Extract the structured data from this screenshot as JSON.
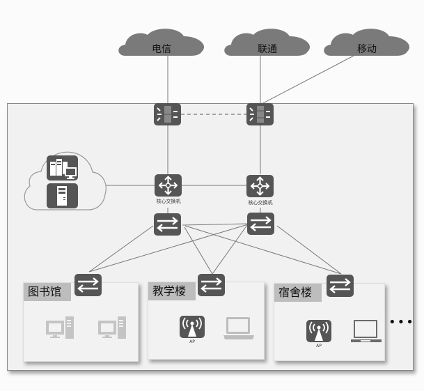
{
  "isps": [
    {
      "label": "电信",
      "icon": "cloud-icon"
    },
    {
      "label": "联通",
      "icon": "cloud-icon"
    },
    {
      "label": "移动",
      "icon": "cloud-icon"
    }
  ],
  "firewalls": [
    {
      "icon": "firewall-icon"
    },
    {
      "icon": "firewall-icon"
    }
  ],
  "core_switches": [
    {
      "label": "核心交换机",
      "icon": "core-switch-icon"
    },
    {
      "label": "核心交换机",
      "icon": "core-switch-icon"
    }
  ],
  "aggregation_switches": [
    {
      "icon": "switch-icon"
    },
    {
      "icon": "switch-icon"
    }
  ],
  "data_center": {
    "icon": "cloud-outline-icon",
    "devices": [
      "server-cluster-icon",
      "server-icon"
    ]
  },
  "buildings": [
    {
      "title": "图书馆",
      "devices": [
        {
          "icon": "desktop-pc-icon"
        },
        {
          "icon": "desktop-pc-icon"
        }
      ]
    },
    {
      "title": "教学楼",
      "devices": [
        {
          "icon": "wireless-ap-icon",
          "label": "AP"
        },
        {
          "icon": "laptop-icon"
        }
      ]
    },
    {
      "title": "宿舍楼",
      "devices": [
        {
          "icon": "wireless-ap-icon",
          "label": "AP"
        },
        {
          "icon": "laptop-icon"
        }
      ]
    }
  ],
  "more_indicator": "•••",
  "colors": {
    "device": "#555555",
    "cloud": "#7a7a7a",
    "line": "#777777",
    "panel": "#f1f1f1",
    "title_tag": "#bdbdbd"
  }
}
